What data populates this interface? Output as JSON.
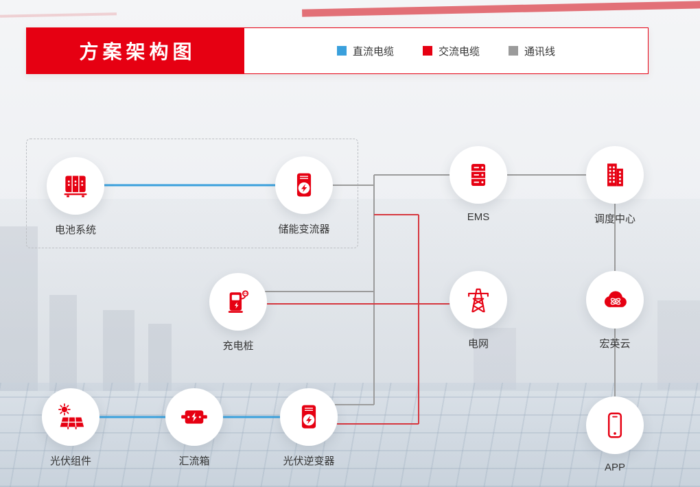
{
  "header": {
    "title": "方案架构图",
    "legend": [
      {
        "label": "直流电缆",
        "color": "#3aa0dc"
      },
      {
        "label": "交流电缆",
        "color": "#e60012"
      },
      {
        "label": "通讯线",
        "color": "#9b9b9b"
      }
    ]
  },
  "nodes": [
    {
      "id": "battery",
      "label": "电池系统",
      "icon": "battery-cabinet-icon"
    },
    {
      "id": "pcs",
      "label": "储能变流器",
      "icon": "converter-icon"
    },
    {
      "id": "ems",
      "label": "EMS",
      "icon": "server-icon"
    },
    {
      "id": "dispatch",
      "label": "调度中心",
      "icon": "building-icon"
    },
    {
      "id": "charger",
      "label": "充电桩",
      "icon": "ev-charger-icon"
    },
    {
      "id": "grid",
      "label": "电网",
      "icon": "power-tower-icon"
    },
    {
      "id": "cloud",
      "label": "宏英云",
      "icon": "cloud-icon"
    },
    {
      "id": "pv",
      "label": "光伏组件",
      "icon": "solar-panel-icon"
    },
    {
      "id": "combiner",
      "label": "汇流箱",
      "icon": "combiner-box-icon"
    },
    {
      "id": "inverter",
      "label": "光伏逆变器",
      "icon": "inverter-icon"
    },
    {
      "id": "app",
      "label": "APP",
      "icon": "smartphone-icon"
    }
  ],
  "connections": [
    {
      "from": "电池系统",
      "to": "储能变流器",
      "type": "直流电缆"
    },
    {
      "from": "光伏组件",
      "to": "汇流箱",
      "type": "直流电缆"
    },
    {
      "from": "汇流箱",
      "to": "光伏逆变器",
      "type": "直流电缆"
    },
    {
      "from": "储能变流器",
      "to": "EMS",
      "type": "通讯线"
    },
    {
      "from": "充电桩",
      "to": "EMS",
      "type": "通讯线"
    },
    {
      "from": "光伏逆变器",
      "to": "EMS",
      "type": "通讯线"
    },
    {
      "from": "EMS",
      "to": "调度中心",
      "type": "通讯线"
    },
    {
      "from": "调度中心",
      "to": "宏英云",
      "type": "通讯线"
    },
    {
      "from": "宏英云",
      "to": "APP",
      "type": "通讯线"
    },
    {
      "from": "储能变流器",
      "to": "电网",
      "type": "交流电缆"
    },
    {
      "from": "充电桩",
      "to": "电网",
      "type": "交流电缆"
    },
    {
      "from": "光伏逆变器",
      "to": "电网",
      "type": "交流电缆"
    }
  ],
  "colors": {
    "accent_red": "#e60012",
    "dc_line": "#3aa0dc",
    "ac_line": "#d6363e",
    "comm_line": "#9b9b9b"
  }
}
